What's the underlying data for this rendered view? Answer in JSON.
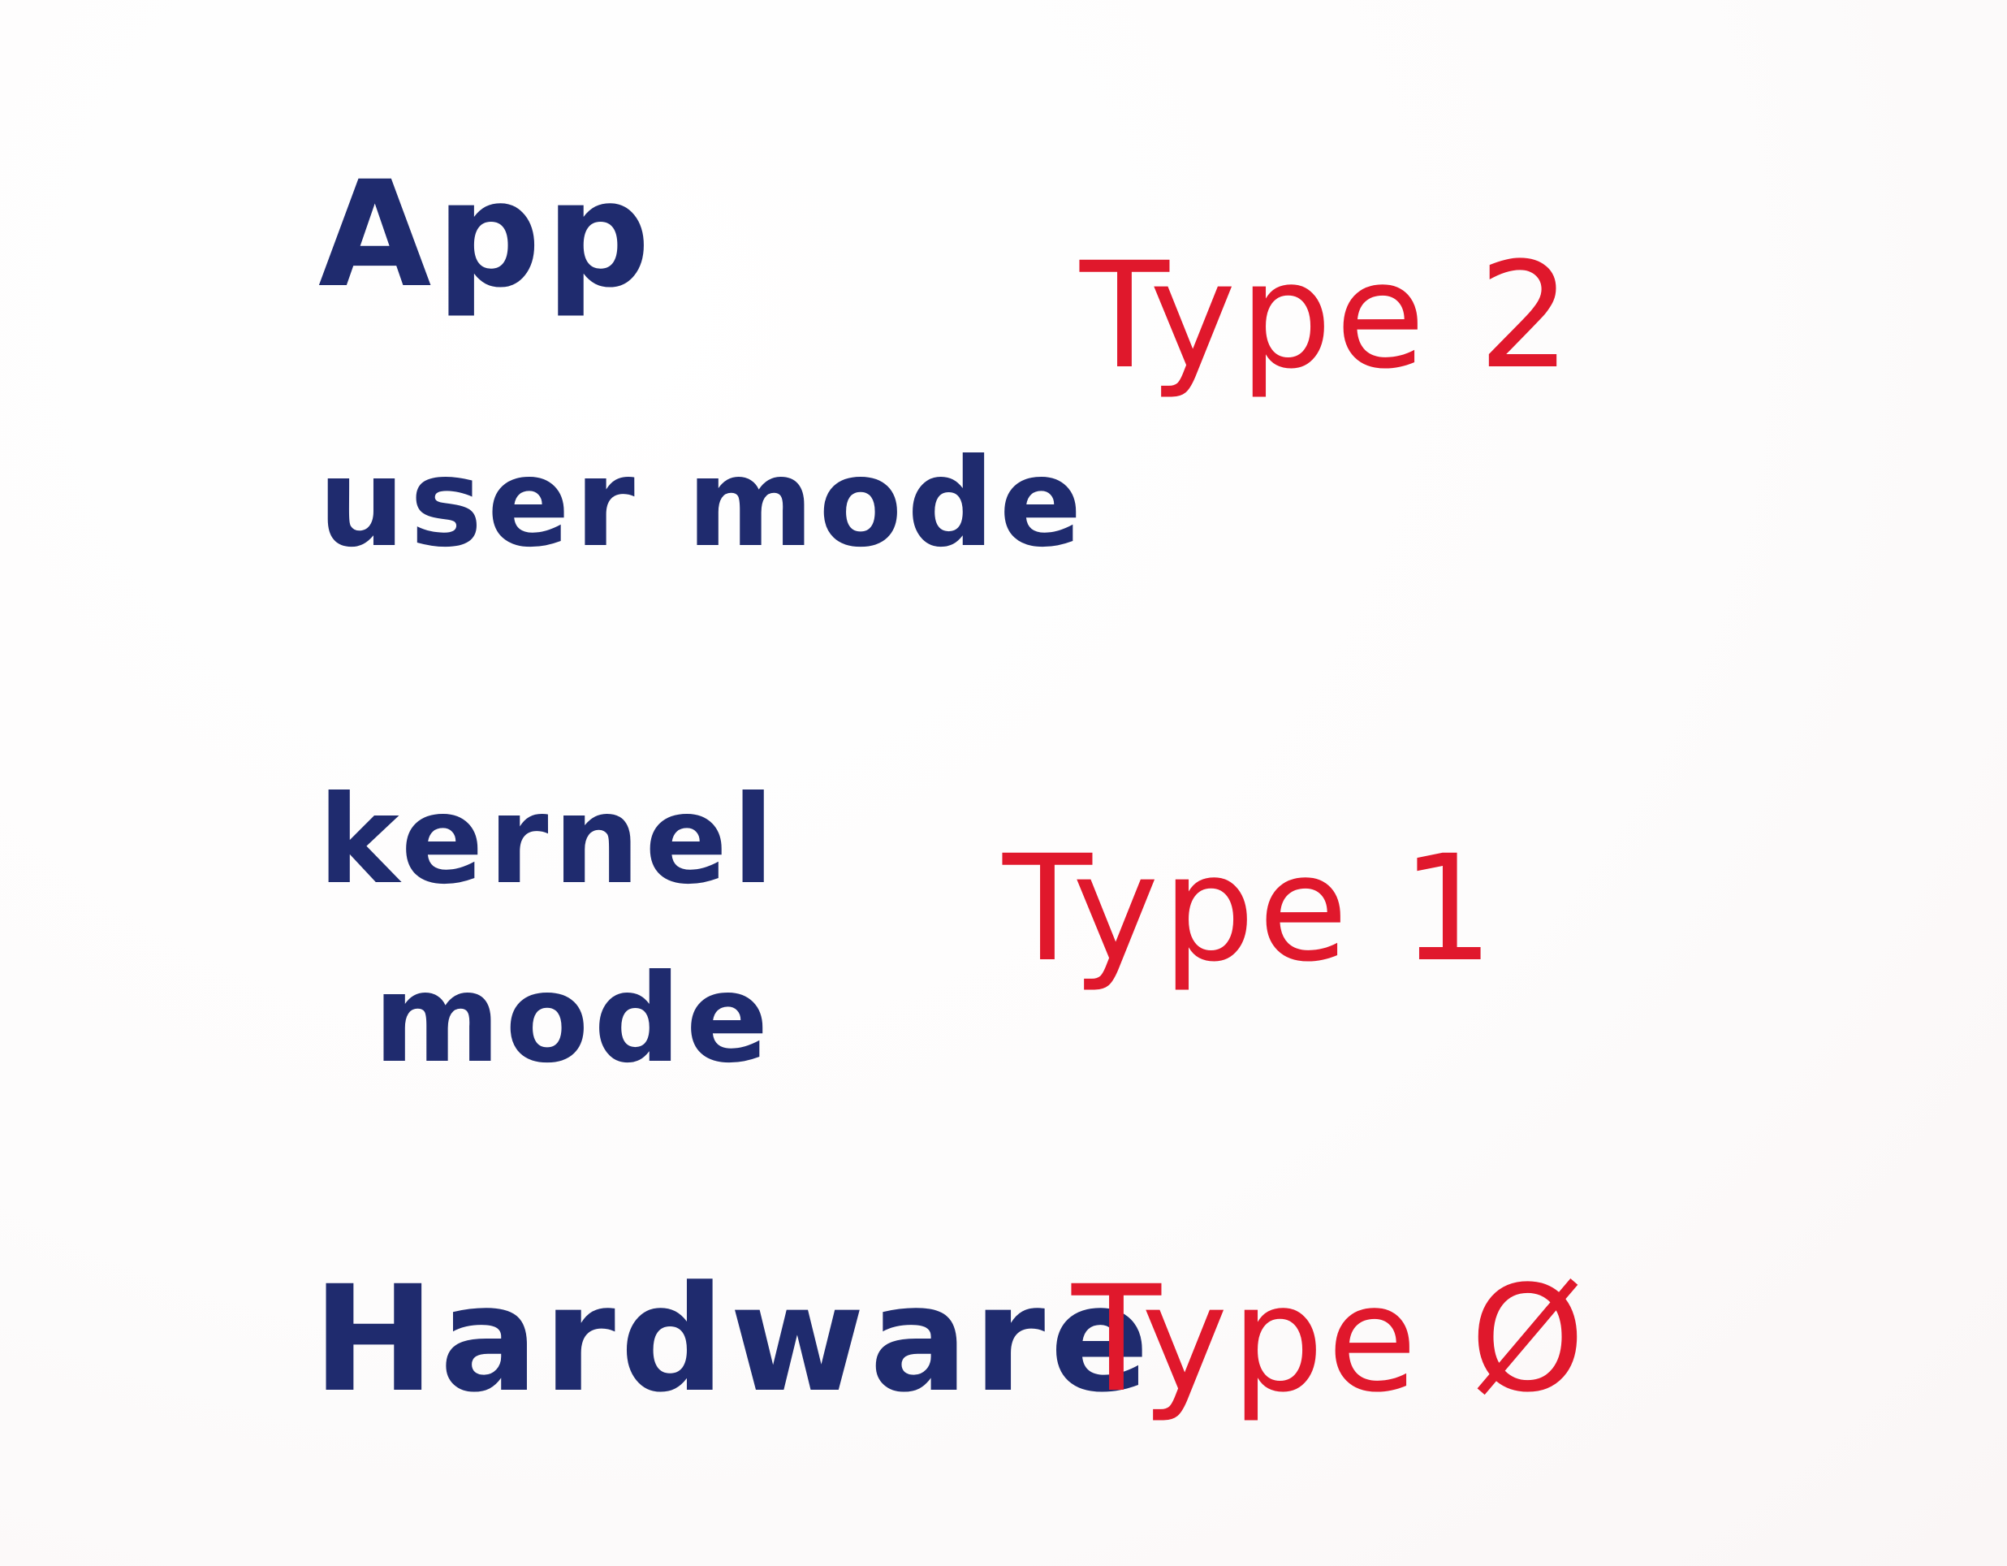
{
  "left_column": {
    "app_line": "App",
    "user_mode_line": "user mode",
    "kernel_line": "kernel",
    "kernel_mode_line": "mode",
    "hardware_line": "Hardware"
  },
  "right_column": {
    "type2": "Type 2",
    "type1": "Type 1",
    "type0": "Type Ø"
  },
  "colors": {
    "blue_ink": "#1f2b6e",
    "red_ink": "#e0182c",
    "paper": "#fdfcfc"
  }
}
